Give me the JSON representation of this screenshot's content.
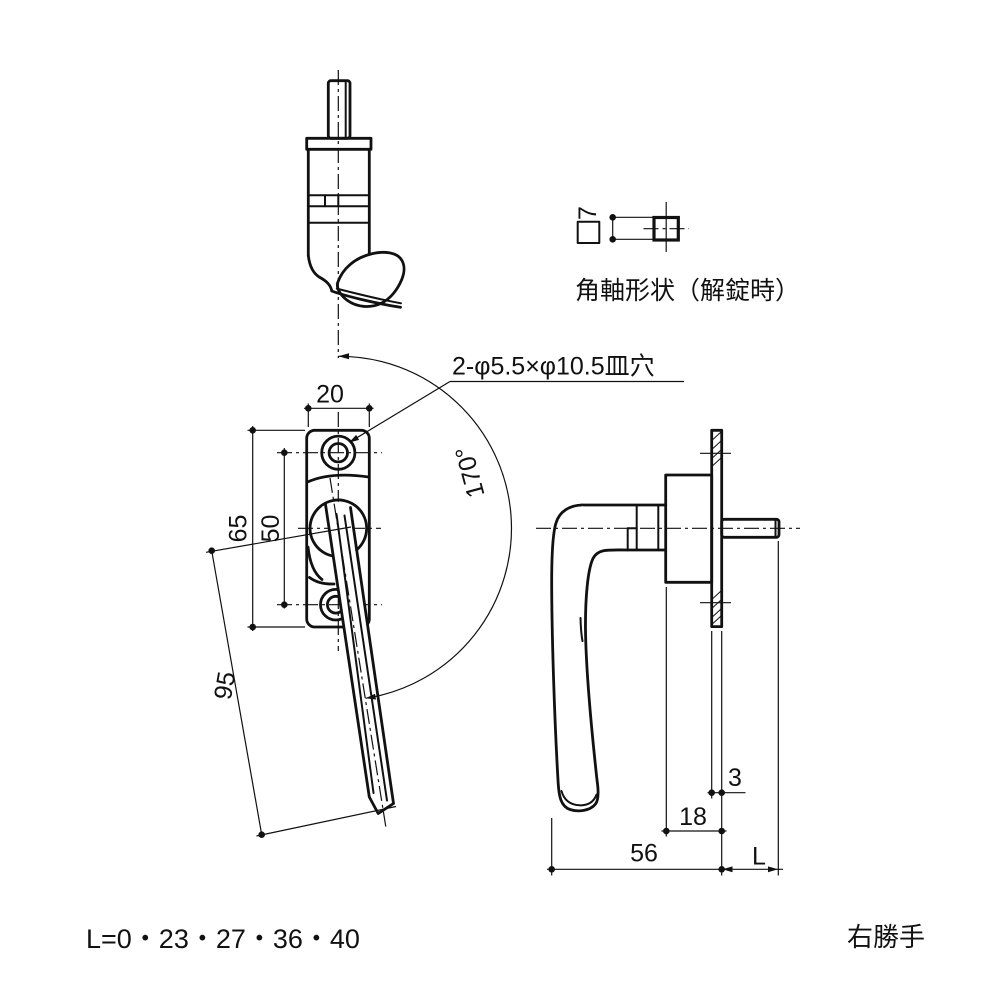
{
  "drawing": {
    "shaft_detail": {
      "size": "7",
      "caption": "角軸形状（解錠時）"
    },
    "hole_note": "2-φ5.5×φ10.5皿穴",
    "front_view": {
      "plate_width": "20",
      "plate_height": "65",
      "hole_pitch": "50",
      "handle_length": "95",
      "swing_angle": "170°"
    },
    "side_view": {
      "plate_thickness": "3",
      "boss_depth": "18",
      "overall_depth": "56",
      "spindle_length": "L"
    },
    "footer": {
      "length_options": "L=0・23・27・36・40",
      "handing": "右勝手"
    },
    "colors": {
      "line": "#111111",
      "background": "#ffffff"
    }
  }
}
